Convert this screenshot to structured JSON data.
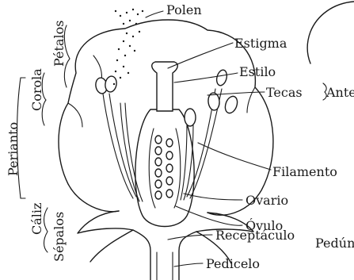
{
  "labels": {
    "polen": "Polen",
    "estigma": "Estigma",
    "estilo": "Estilo",
    "tecas": "Tecas",
    "antera": "Antera",
    "filamento": "Filamento",
    "ovario": "Ovario",
    "ovulo": "Óvulo",
    "receptaculo": "Receptáculo",
    "pedicelo": "Pedicelo",
    "pedunculo": "Pedún",
    "petalos": "Pétalos",
    "corola": "Corola",
    "perianto": "Perianto",
    "caliz": "Cáliz",
    "sepalos": "Sépalos"
  }
}
